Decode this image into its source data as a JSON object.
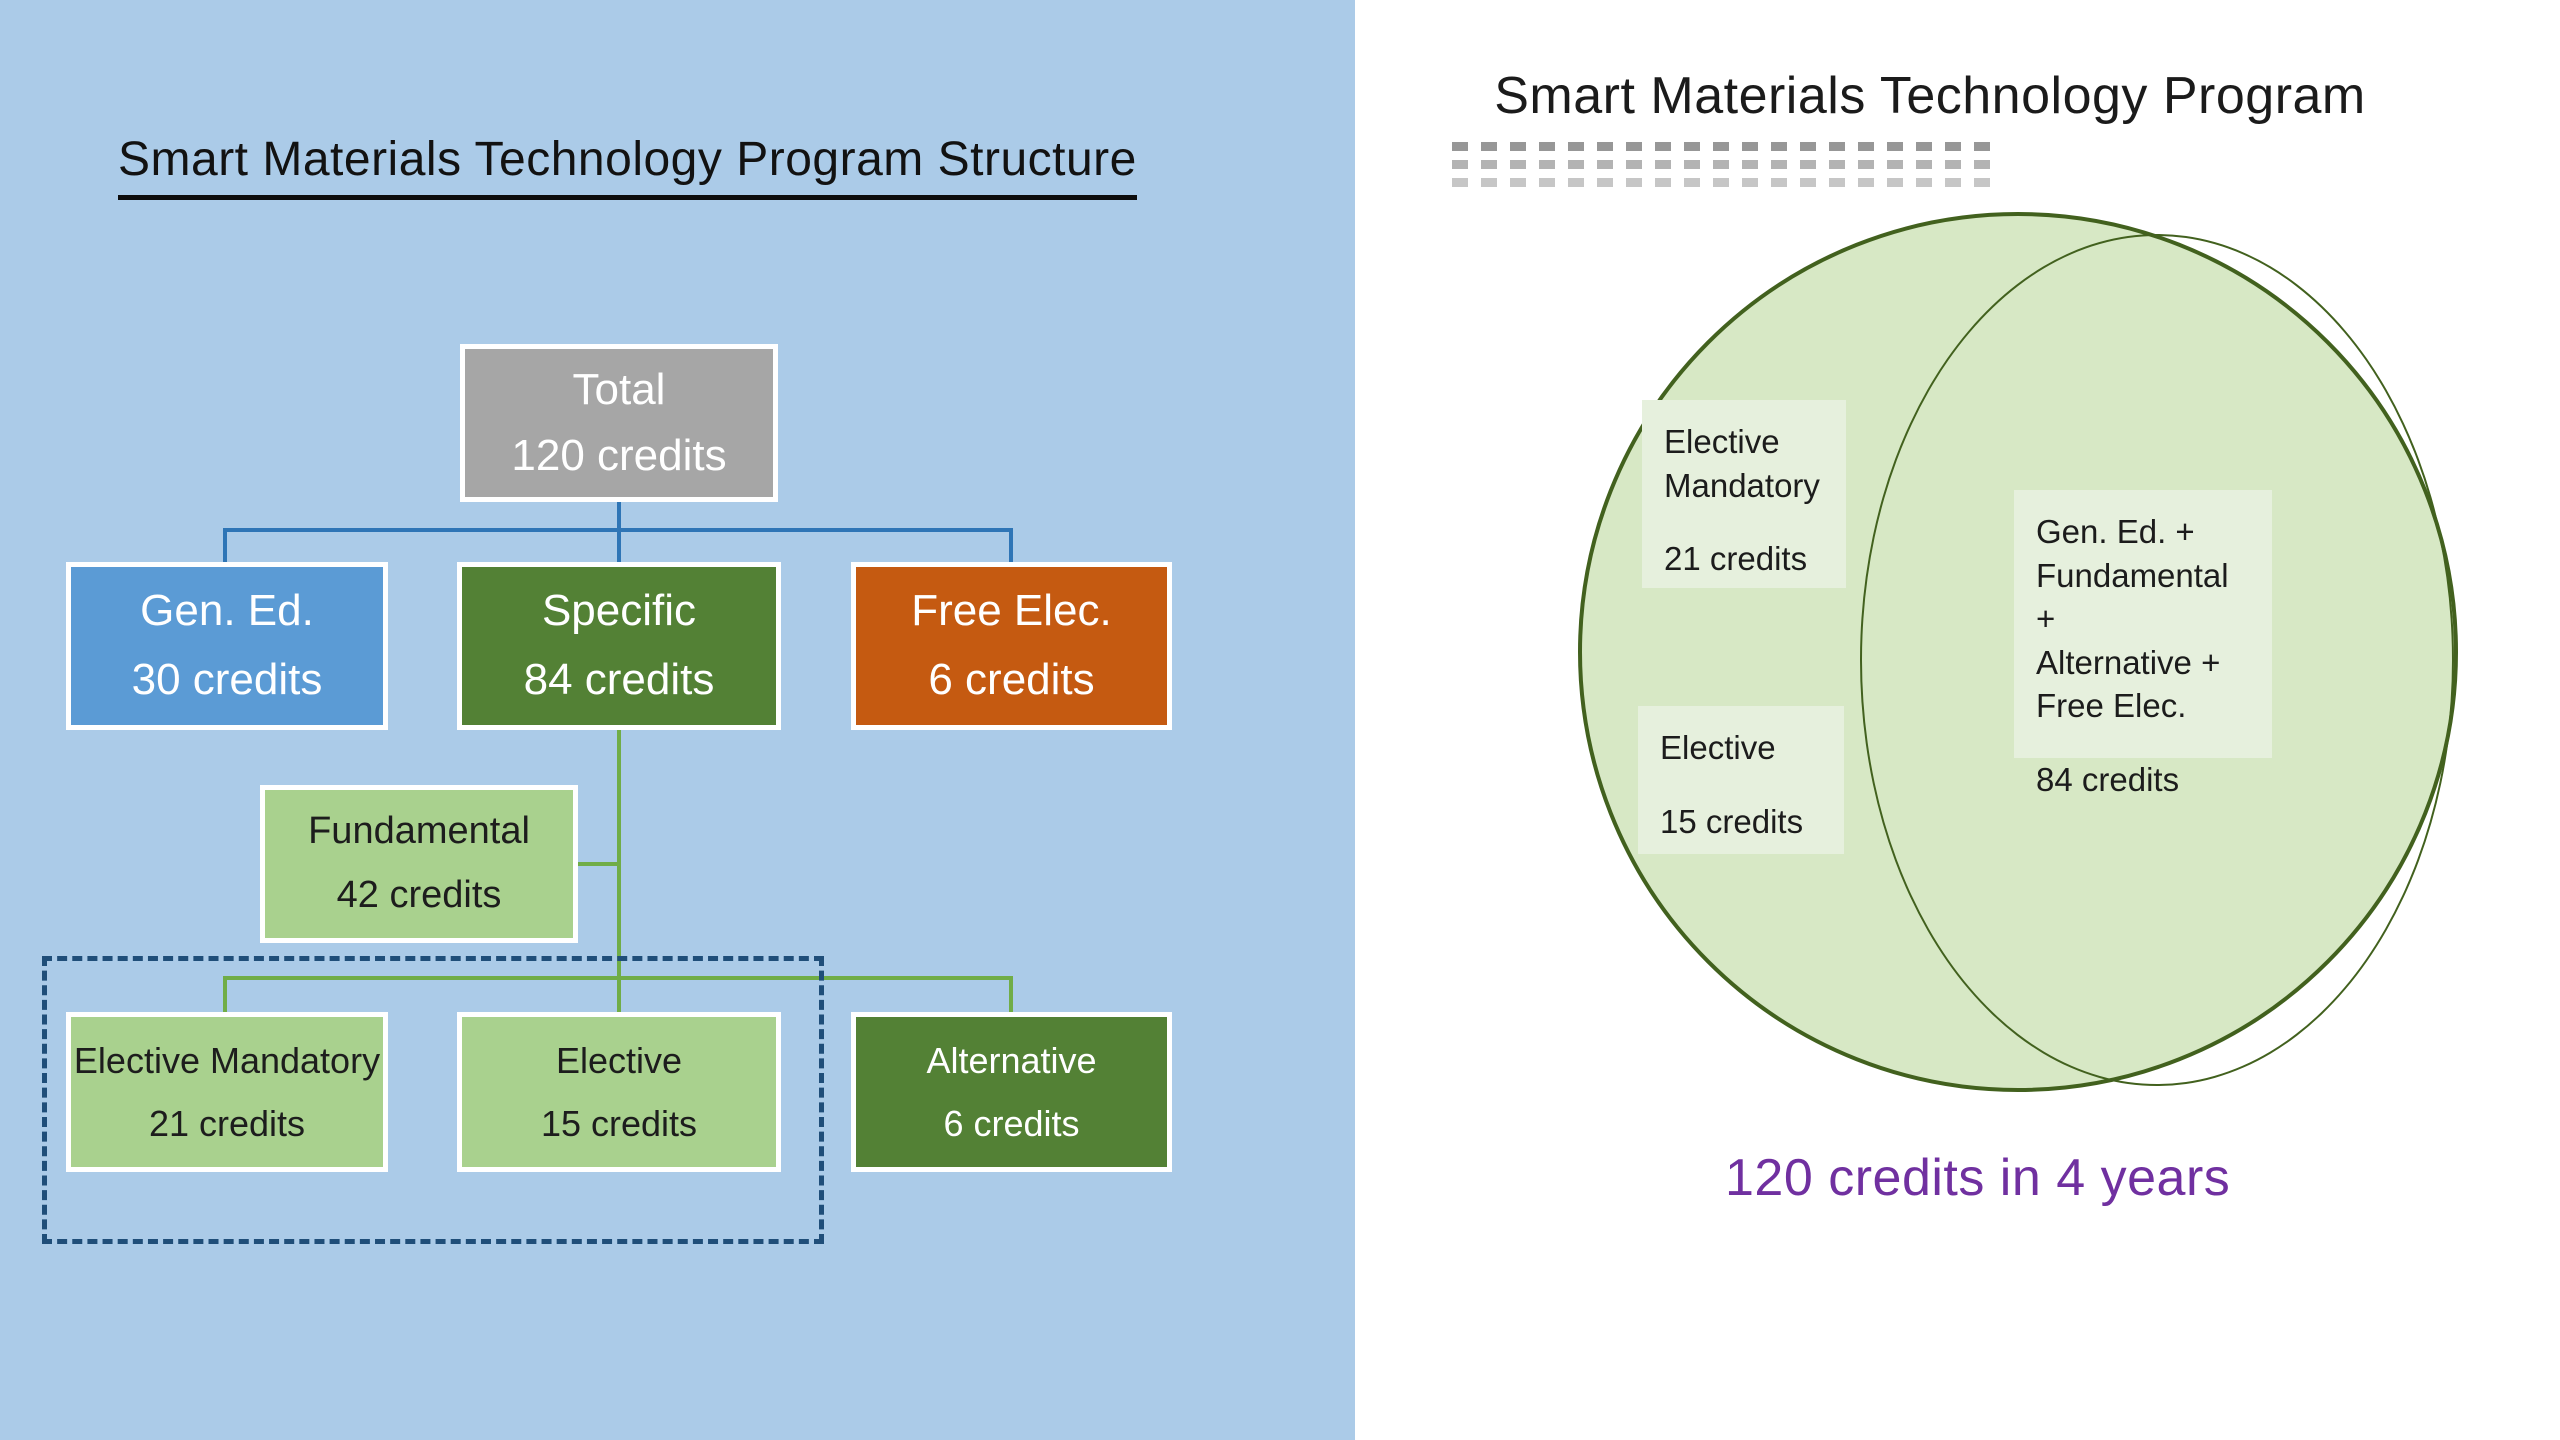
{
  "left_panel": {
    "title": "Smart Materials Technology Program Structure",
    "org_chart": {
      "total": {
        "label": "Total",
        "credits": "120 credits"
      },
      "gen_ed": {
        "label": "Gen. Ed.",
        "credits": "30 credits"
      },
      "specific": {
        "label": "Specific",
        "credits": "84 credits"
      },
      "free_elec": {
        "label": "Free Elec.",
        "credits": "6 credits"
      },
      "fundamental": {
        "label": "Fundamental",
        "credits": "42 credits"
      },
      "elective_mandatory": {
        "label": "Elective Mandatory",
        "credits": "21 credits"
      },
      "elective": {
        "label": "Elective",
        "credits": "15 credits"
      },
      "alternative": {
        "label": "Alternative",
        "credits": "6 credits"
      }
    }
  },
  "right_panel": {
    "title": "Smart Materials Technology Program",
    "venn": {
      "elective_mandatory": {
        "line1": "Elective",
        "line2": "Mandatory",
        "credits": "21 credits"
      },
      "elective": {
        "line1": "Elective",
        "credits": "15 credits"
      },
      "combined": {
        "line1": "Gen. Ed. +",
        "line2": "Fundamental +",
        "line3": "Alternative +",
        "line4": "Free Elec.",
        "credits": "84 credits"
      }
    },
    "caption": "120 credits in 4 years"
  },
  "colors": {
    "left_background": "#ABCBE8",
    "gray_box": "#A6A6A6",
    "blue_box": "#5B9BD5",
    "dark_green_box": "#538135",
    "orange_box": "#C55A11",
    "light_green_box": "#A9D18E",
    "blue_connector": "#2E75B6",
    "green_connector": "#70AD47",
    "dashed_outline": "#1F4E79",
    "venn_circle_fill": "#D7E8C5",
    "venn_border": "#42611E",
    "venn_label_fill": "#E6F0DD",
    "caption_purple": "#7030A0"
  }
}
